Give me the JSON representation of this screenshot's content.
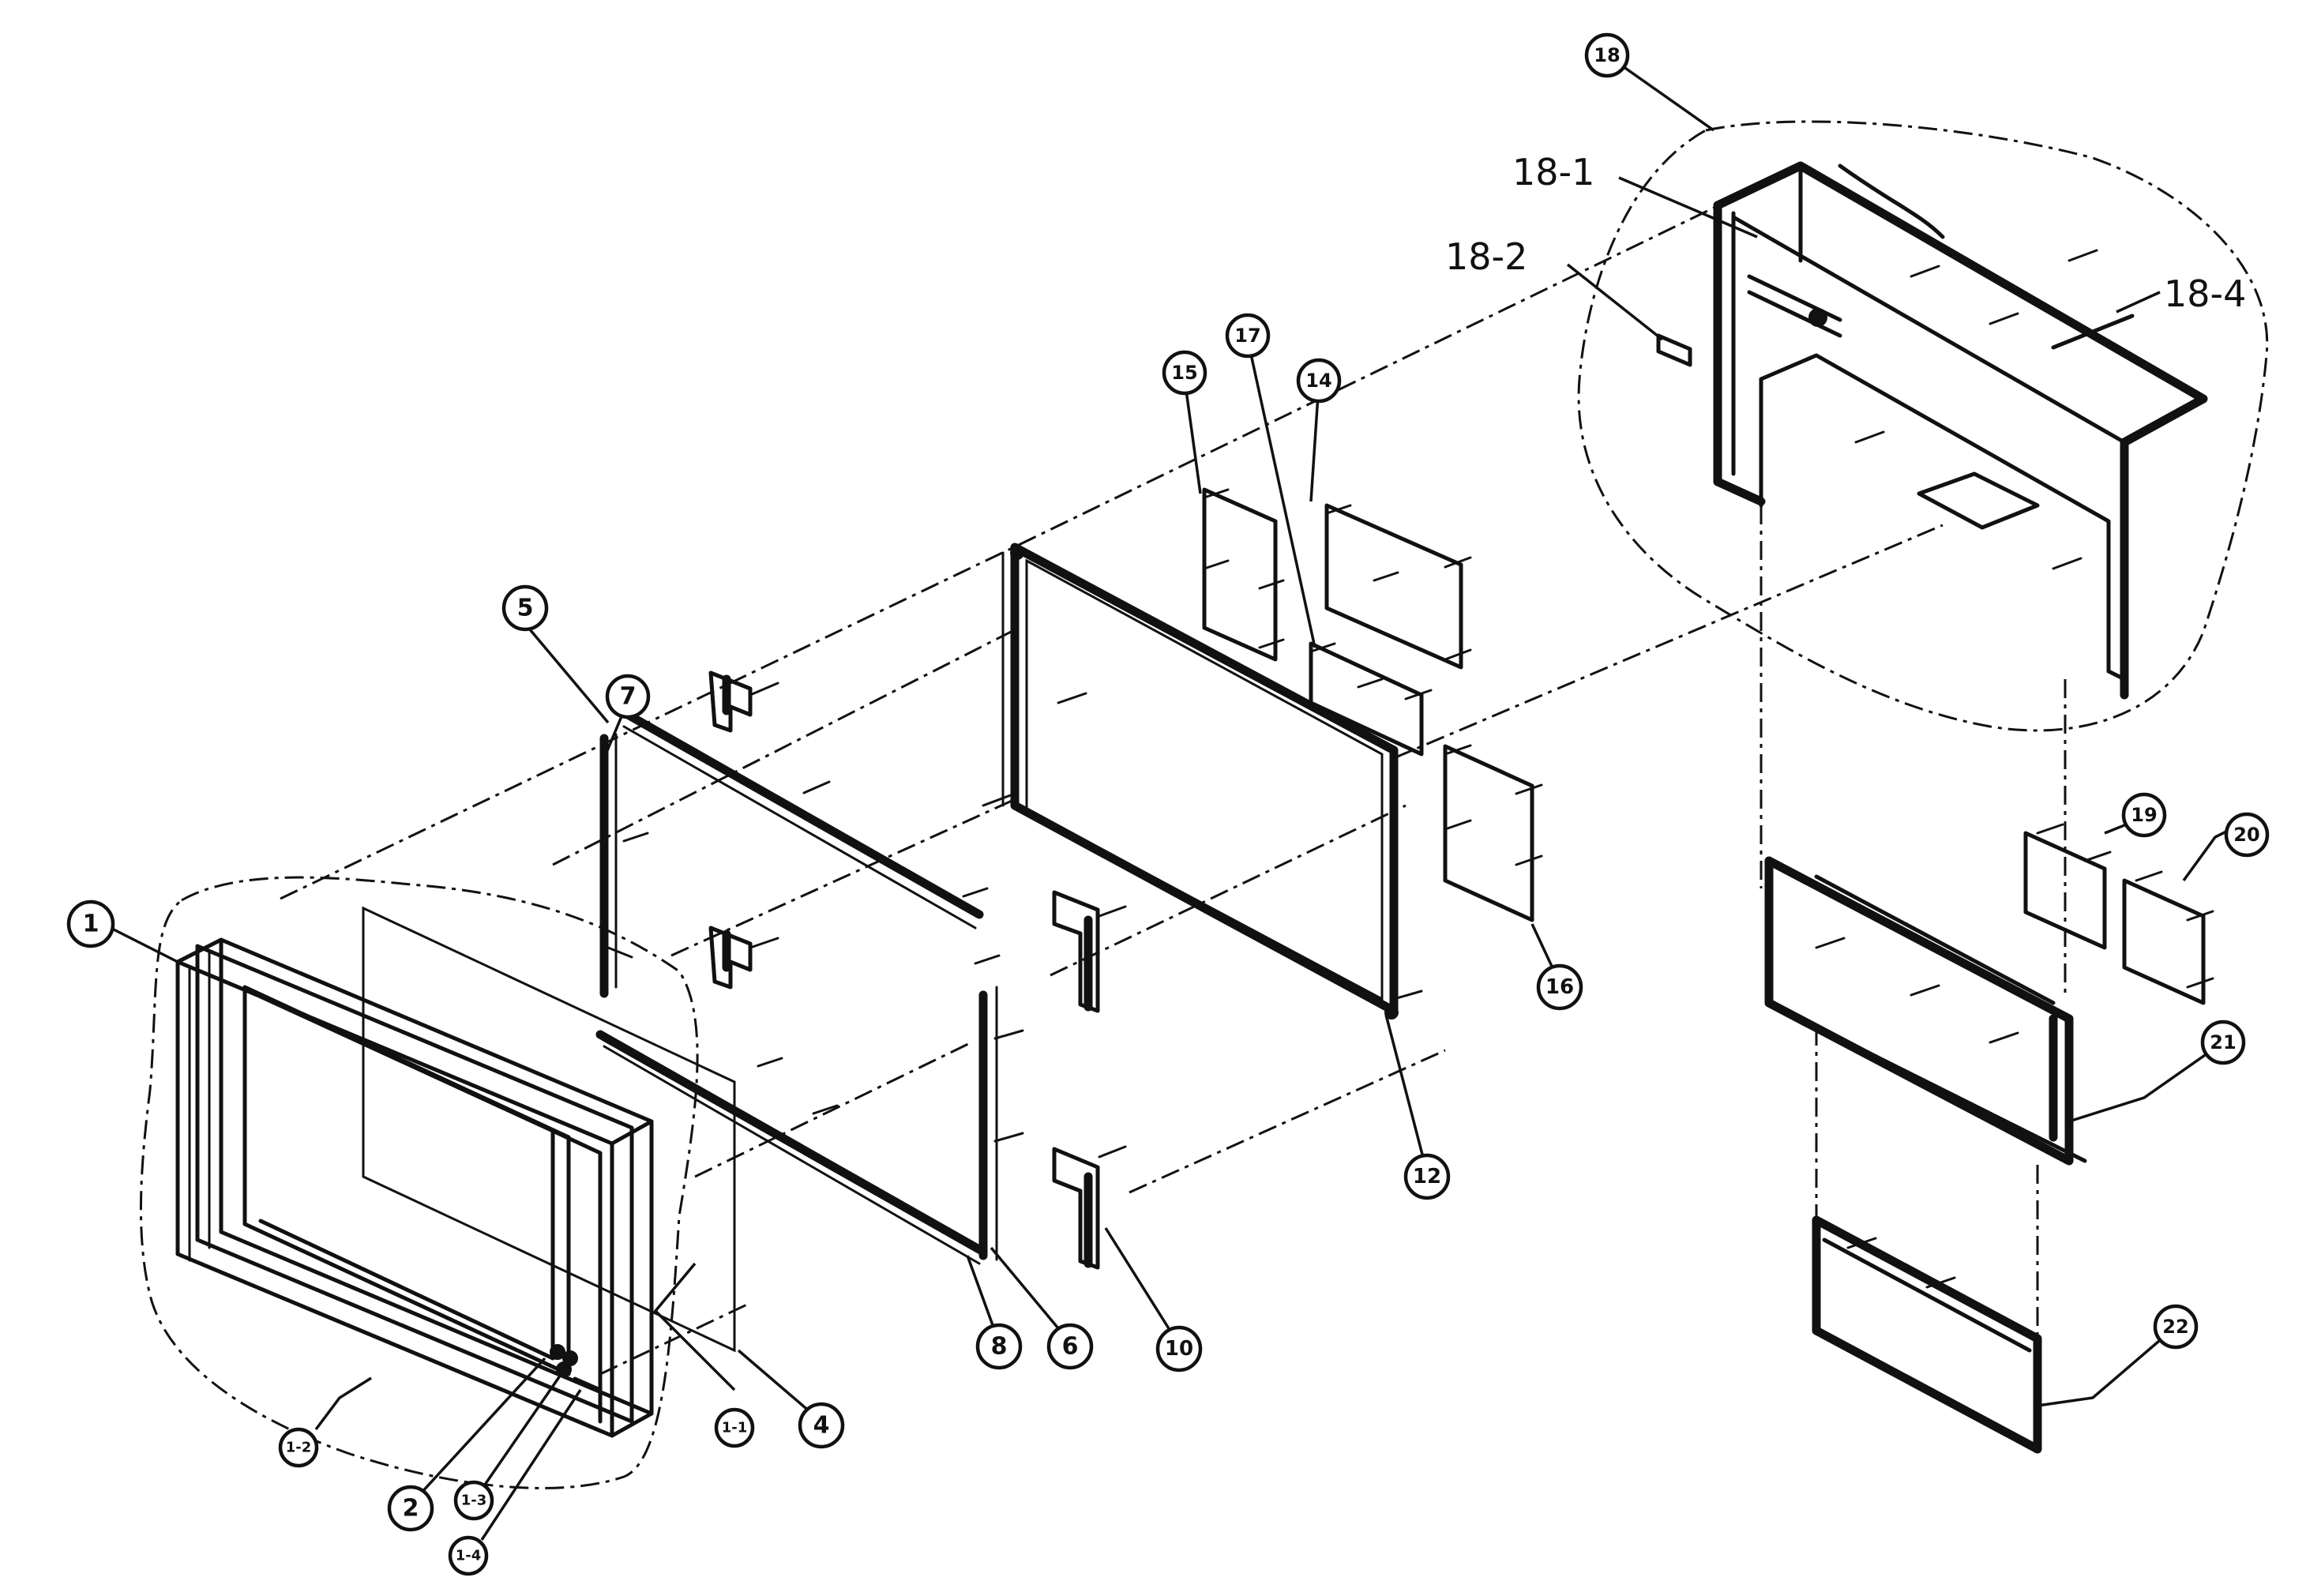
{
  "callouts": [
    {
      "id": "c1",
      "label": "1"
    },
    {
      "id": "c1-1",
      "label": "1-1"
    },
    {
      "id": "c1-2",
      "label": "1-2"
    },
    {
      "id": "c1-3",
      "label": "1-3"
    },
    {
      "id": "c1-4",
      "label": "1-4"
    },
    {
      "id": "c2",
      "label": "2"
    },
    {
      "id": "c4",
      "label": "4"
    },
    {
      "id": "c5",
      "label": "5"
    },
    {
      "id": "c6",
      "label": "6"
    },
    {
      "id": "c7",
      "label": "7"
    },
    {
      "id": "c8",
      "label": "8"
    },
    {
      "id": "c10",
      "label": "10"
    },
    {
      "id": "c12",
      "label": "12"
    },
    {
      "id": "c14",
      "label": "14"
    },
    {
      "id": "c15",
      "label": "15"
    },
    {
      "id": "c16",
      "label": "16"
    },
    {
      "id": "c17",
      "label": "17"
    },
    {
      "id": "c18",
      "label": "18"
    },
    {
      "id": "c19",
      "label": "19"
    },
    {
      "id": "c20",
      "label": "20"
    },
    {
      "id": "c21",
      "label": "21"
    },
    {
      "id": "c22",
      "label": "22"
    }
  ],
  "handwritten": {
    "l18_1": "18-1",
    "l18_2": "18-2",
    "l18_4": "18-4"
  }
}
